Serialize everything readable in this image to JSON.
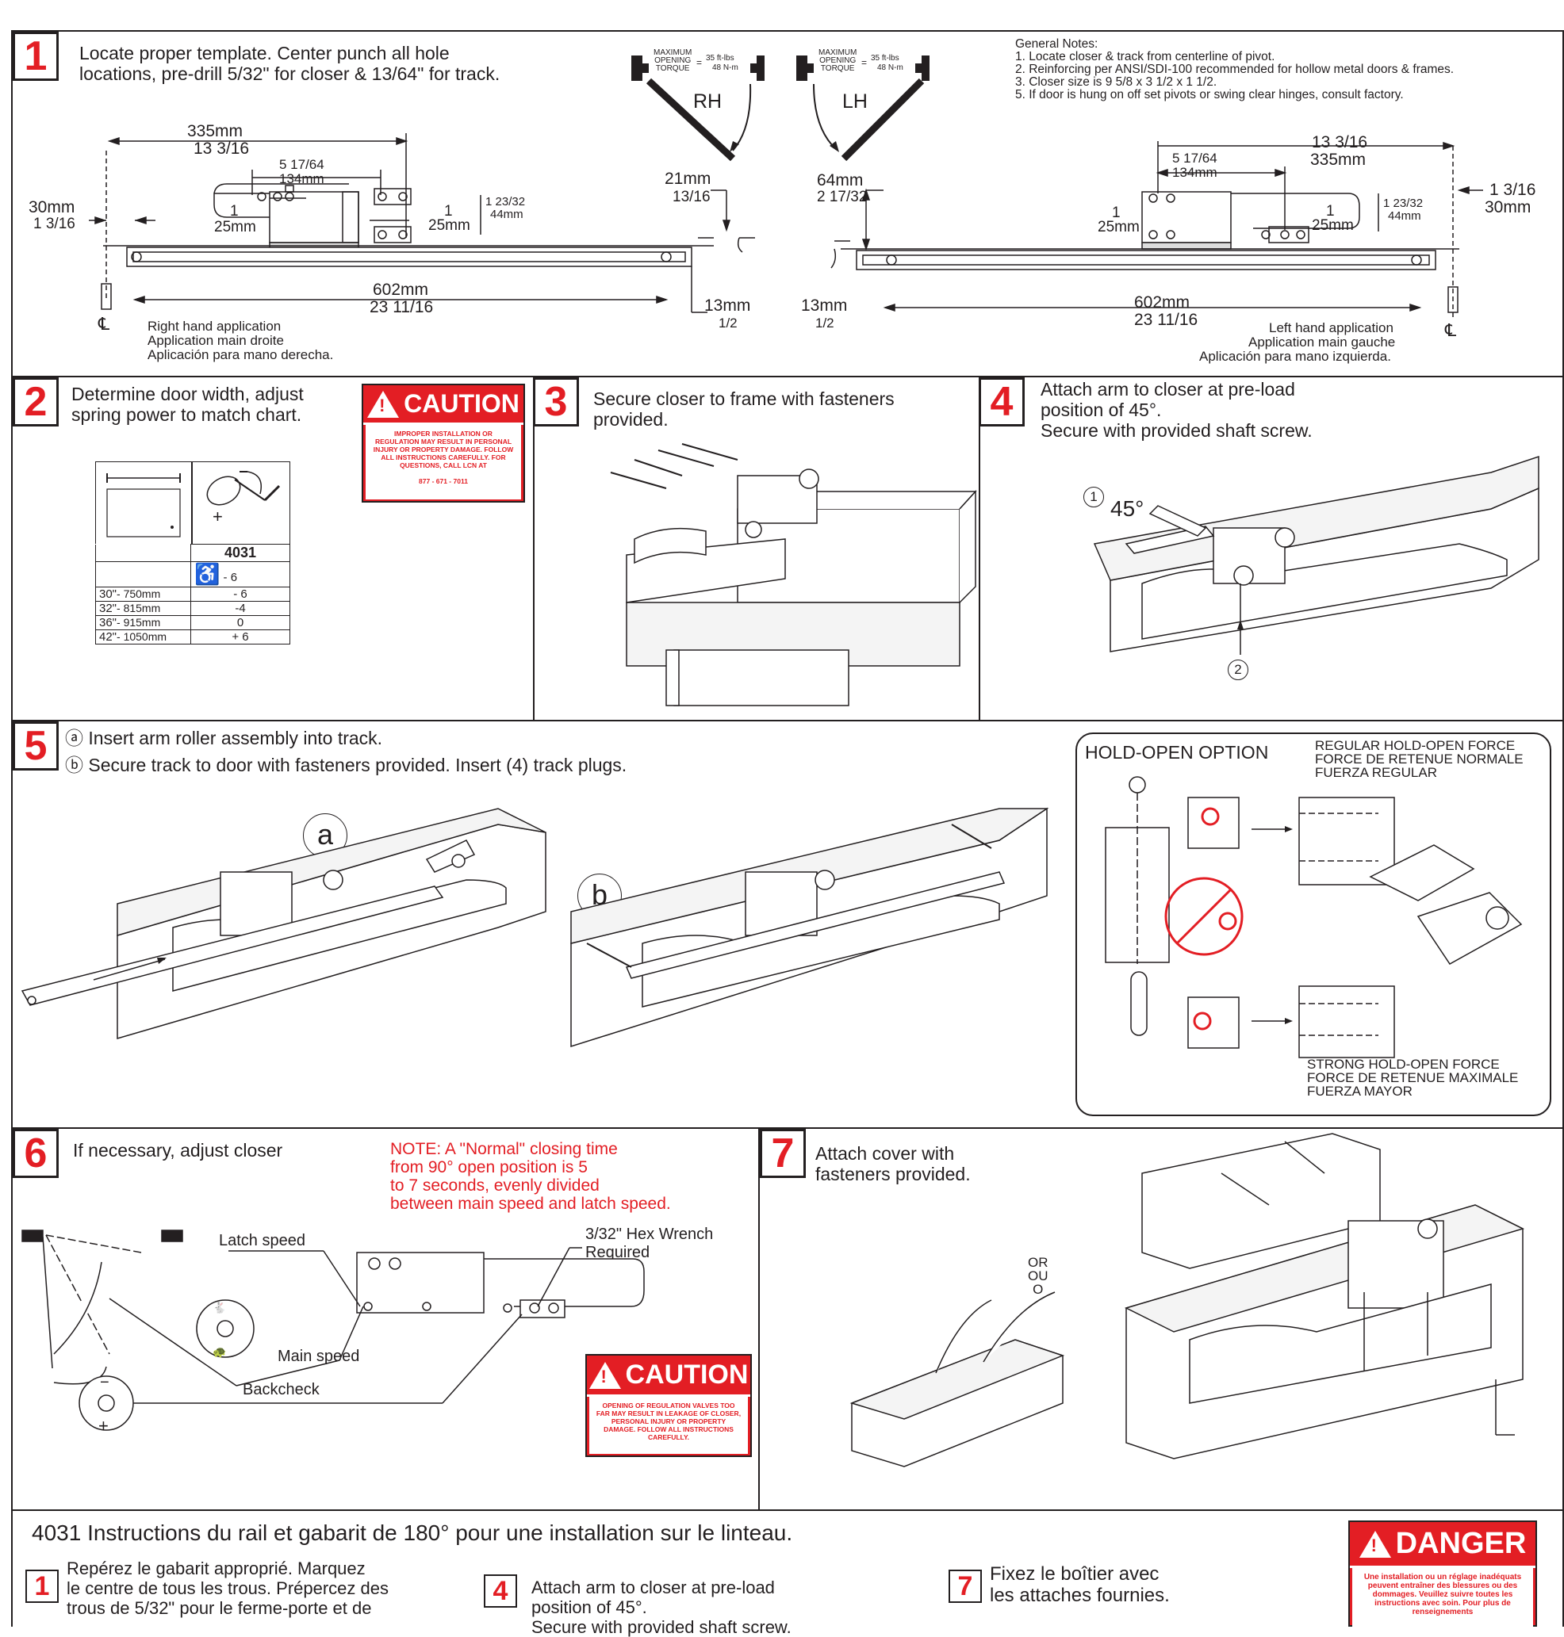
{
  "step1": {
    "number": "1",
    "text": "Locate proper template. Center punch all hole\nlocations, pre-drill 5/32\" for closer & 13/64\" for track.",
    "torque_rh": {
      "label": "MAXIMUM\nOPENING\nTORQUE",
      "eq": "=",
      "value1": "35 ft-lbs",
      "value2": "48 N-m",
      "hand": "RH"
    },
    "torque_lh": {
      "label": "MAXIMUM\nOPENING\nTORQUE",
      "eq": "=",
      "value1": "35 ft-lbs",
      "value2": "48 N-m",
      "hand": "LH"
    },
    "general_notes": "General Notes:\n1.  Locate closer & track from centerline of pivot.\n2.  Reinforcing per ANSI/SDI-100 recommended for hollow metal doors & frames.\n3.  Closer size is 9 5/8 x 3 1/2 x 1 1/2.\n5.  If door is hung on off set pivots or swing clear hinges, consult factory.",
    "rh": {
      "d335mm": "335mm",
      "d13_3_16": "13 3/16",
      "d5_17_64": "5 17/64",
      "d134mm": "134mm",
      "d30mm": "30mm",
      "d1_3_16": "1 3/16",
      "d1a": "1",
      "d25mma": "25mm",
      "d1b": "1",
      "d25mmb": "25mm",
      "d1_23_32": "1 23/32",
      "d44mm": "44mm",
      "d21mm": "21mm",
      "d13_16": "13/16",
      "d602mm": "602mm",
      "d23_11_16": "23 11/16",
      "d13mm": "13mm",
      "d1_2": "1/2",
      "cl": "℄",
      "app_en": "Right hand application",
      "app_fr": "Application main droite",
      "app_es": "Aplicación para mano derecha."
    },
    "lh": {
      "d13_3_16": "13 3/16",
      "d335mm": "335mm",
      "d5_17_64": "5 17/64",
      "d134mm": "134mm",
      "d64mm": "64mm",
      "d2_17_32": "2 17/32",
      "d1a": "1",
      "d25mma": "25mm",
      "d1b": "1",
      "d25mmb": "25mm",
      "d1_23_32": "1 23/32",
      "d44mm": "44mm",
      "d1_3_16": "1 3/16",
      "d30mm": "30mm",
      "d13mm": "13mm",
      "d1_2": "1/2",
      "d602mm": "602mm",
      "d23_11_16": "23 11/16",
      "cl": "℄",
      "app_en": "Left  hand application",
      "app_fr": "Application main gauche",
      "app_es": "Aplicación para mano izquierda."
    }
  },
  "step2": {
    "number": "2",
    "text": "Determine door width, adjust\nspring power to match chart.",
    "caution": {
      "title": "CAUTION",
      "body": "IMPROPER INSTALLATION OR REGULATION MAY RESULT IN PERSONAL INJURY OR PROPERTY DAMAGE. FOLLOW ALL INSTRUCTIONS CAREFULLY. FOR QUESTIONS, CALL LCN AT",
      "phone": "877 - 671 - 7011"
    },
    "chart": {
      "model": "4031",
      "ada_value": "- 6",
      "rows": [
        {
          "width": "30\"",
          "metric": "- 750mm",
          "turns": "- 6"
        },
        {
          "width": "32\"",
          "metric": "- 815mm",
          "turns": "-4"
        },
        {
          "width": "36\"",
          "metric": "- 915mm",
          "turns": "0"
        },
        {
          "width": "42\"",
          "metric": "- 1050mm",
          "turns": "+ 6"
        }
      ]
    }
  },
  "step3": {
    "number": "3",
    "text": "Secure closer to frame with fasteners\nprovided."
  },
  "step4": {
    "number": "4",
    "text": "Attach arm to closer at pre-load\nposition of 45°.\nSecure with provided shaft screw.",
    "callout1": "1",
    "angle": "45°",
    "callout2": "2"
  },
  "step5": {
    "number": "5",
    "line_a_marker": "ⓐ",
    "line_a": "Insert arm roller assembly into track.",
    "line_b_marker": "ⓑ",
    "line_b": "Secure track to door with fasteners provided. Insert (4) track plugs.",
    "label_a": "a",
    "label_b": "b",
    "hold_open": {
      "title": "HOLD-OPEN OPTION",
      "regular": "REGULAR HOLD-OPEN FORCE\nFORCE DE RETENUE NORMALE\nFUERZA REGULAR",
      "strong": "STRONG HOLD-OPEN FORCE\nFORCE DE RETENUE MAXIMALE\nFUERZA MAYOR"
    }
  },
  "step6": {
    "number": "6",
    "text": "If necessary, adjust closer",
    "note": "NOTE: A \"Normal\" closing time\nfrom 90° open position is  5\nto 7 seconds, evenly divided\nbetween main speed and latch speed.",
    "latch_speed": "Latch speed",
    "main_speed": "Main speed",
    "backcheck": "Backcheck",
    "wrench": "3/32\" Hex Wrench\nRequired",
    "minus": "−",
    "plus": "+",
    "caution": {
      "title": "CAUTION",
      "body": "OPENING OF REGULATION VALVES TOO FAR MAY RESULT IN LEAKAGE OF CLOSER, PERSONAL INJURY OR PROPERTY DAMAGE. FOLLOW ALL INSTRUCTIONS CAREFULLY."
    }
  },
  "step7": {
    "number": "7",
    "text": "Attach cover with\nfasteners provided.",
    "or": "OR\nOU\nO"
  },
  "french": {
    "title": "4031 Instructions du rail et gabarit de 180° pour une installation sur le linteau.",
    "s1_number": "1",
    "s1_text": "Repérez le gabarit approprié. Marquez\nle centre de tous les trous. Prépercez des\ntrous de 5/32\" pour le ferme-porte et de",
    "s4_number": "4",
    "s4_text": "Attach arm to closer at pre-load\nposition of 45°.\nSecure with provided shaft screw.",
    "s7_number": "7",
    "s7_text": "Fixez le boîtier avec\nles attaches fournies.",
    "danger": {
      "title": "DANGER",
      "body": "Une installation ou un réglage inadéquats peuvent entraîner des blessures ou des dommages. Veuillez suivre toutes les instructions avec soin. Pour plus de renseignements"
    }
  },
  "colors": {
    "red": "#e31e24",
    "ink": "#231f20",
    "grey": "#cccccc"
  }
}
